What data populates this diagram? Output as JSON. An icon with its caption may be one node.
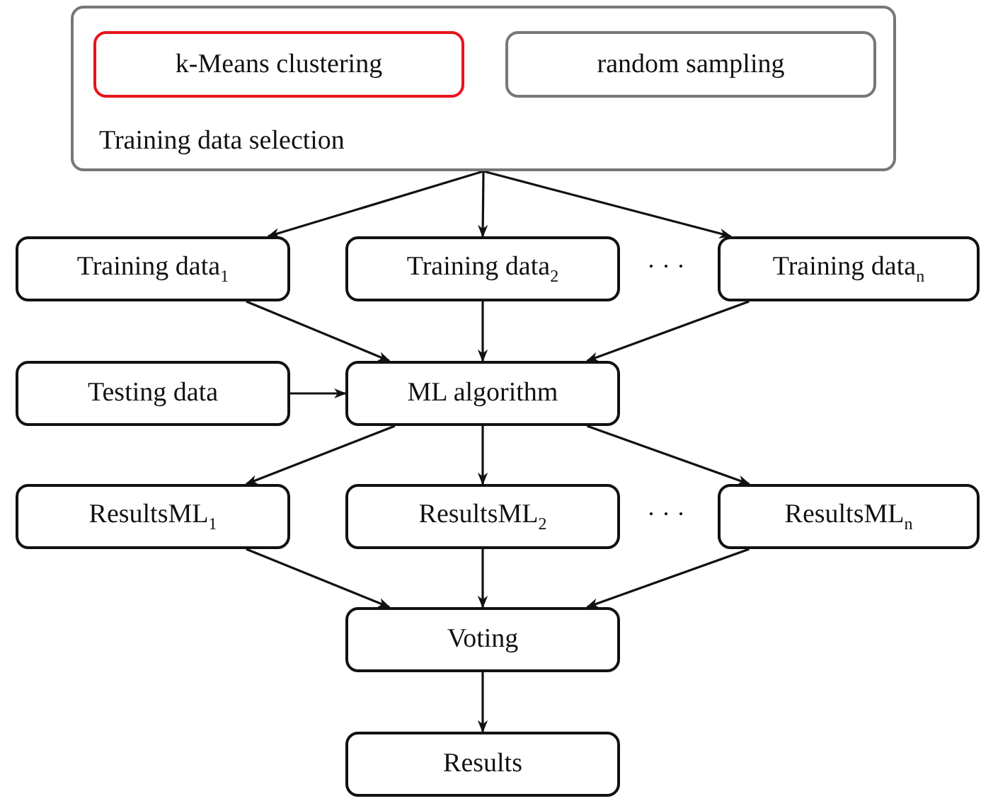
{
  "diagram": {
    "nodes": [
      {
        "text": [
          "Training data selection"
        ]
      },
      {
        "text": [
          "k-Means clustering"
        ],
        "in": 0
      },
      {
        "text": [
          "random sampling"
        ],
        "in": 0
      },
      {
        "text": [
          "Training data$_{1}$"
        ]
      },
      {
        "text": [
          "Training data$_{2}$"
        ]
      },
      {
        "text": [
          "Training data$_{n}$"
        ]
      },
      {
        "text": [
          "Testing data"
        ]
      },
      {
        "text": [
          "ML algorithm"
        ]
      },
      {
        "text": [
          "ResultsML$_{1}$"
        ]
      },
      {
        "text": [
          "ResultsML$_{2}$"
        ]
      },
      {
        "text": [
          "ResultsML$_{n}$"
        ]
      },
      {
        "text": [
          "Voting"
        ]
      },
      {
        "text": [
          "Results"
        ]
      }
    ],
    "edges": [
      {
        "from": 0,
        "to": 3,
        "arrow": "to"
      },
      {
        "from": 0,
        "to": 4,
        "arrow": "to"
      },
      {
        "from": 0,
        "to": 5,
        "arrow": "to"
      },
      {
        "from": 3,
        "to": 7,
        "arrow": "to"
      },
      {
        "from": 4,
        "to": 7,
        "arrow": "to"
      },
      {
        "from": 5,
        "to": 7,
        "arrow": "to"
      },
      {
        "from": 6,
        "to": 7,
        "arrow": "to"
      },
      {
        "from": 7,
        "to": 8,
        "arrow": "to"
      },
      {
        "from": 7,
        "to": 9,
        "arrow": "to"
      },
      {
        "from": 7,
        "to": 10,
        "arrow": "to"
      },
      {
        "from": 8,
        "to": 11,
        "arrow": "to"
      },
      {
        "from": 9,
        "to": 11,
        "arrow": "to"
      },
      {
        "from": 10,
        "to": 11,
        "arrow": "to"
      },
      {
        "from": 11,
        "to": 12,
        "arrow": "to"
      }
    ],
    "labels": [
      "· · ·",
      "· · ·"
    ]
  }
}
